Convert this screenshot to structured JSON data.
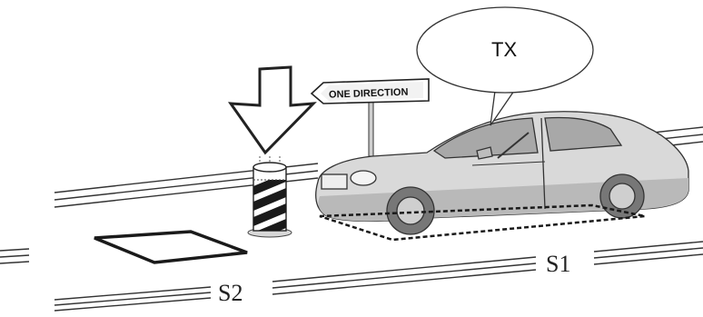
{
  "labels": {
    "speech_bubble": "TX",
    "sign": "ONE DIRECTION",
    "sensor_1": "S1",
    "sensor_2": "S2"
  },
  "colors": {
    "line": "#222222",
    "car_fill": "#d9d9d9",
    "car_shade": "#a8a8a8",
    "bollard_stripe": "#1a1a1a",
    "background": "#ffffff"
  },
  "icons": {
    "arrow": "down-arrow-icon",
    "bubble": "speech-bubble-icon"
  }
}
